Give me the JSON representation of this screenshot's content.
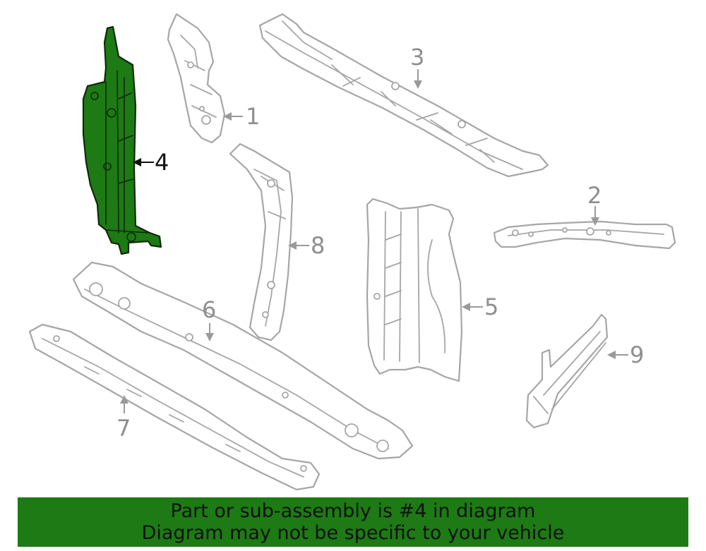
{
  "diagram": {
    "callouts": [
      "1",
      "2",
      "3",
      "4",
      "5",
      "6",
      "7",
      "8",
      "9"
    ],
    "highlighted_callout": "4",
    "colors": {
      "highlight": "#1d7a14",
      "outline": "#a6a6a6",
      "banner": "#1d7a14"
    }
  },
  "banner": {
    "line1": "Part or sub-assembly is #4 in diagram",
    "line2": "Diagram may not be specific to your vehicle"
  }
}
